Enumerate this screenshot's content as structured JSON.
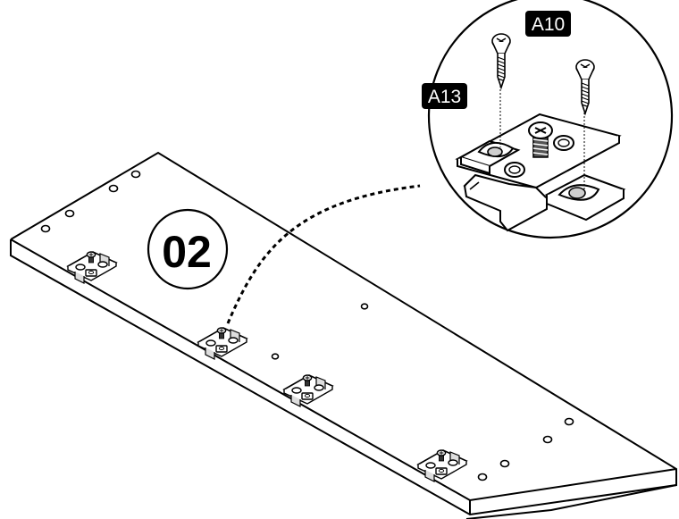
{
  "step": {
    "number": "02"
  },
  "callout": {
    "parts": [
      {
        "label": "A10",
        "icon": "wood-screw-icon"
      },
      {
        "label": "A13",
        "icon": "wood-screw-icon"
      }
    ]
  },
  "board": {
    "hinge_plates": 4,
    "icon": "hinge-mounting-plate-icon"
  },
  "colors": {
    "line": "#000000",
    "background": "#ffffff",
    "label_bg": "#000000",
    "label_text": "#ffffff",
    "shade": "#cfcfcf"
  }
}
